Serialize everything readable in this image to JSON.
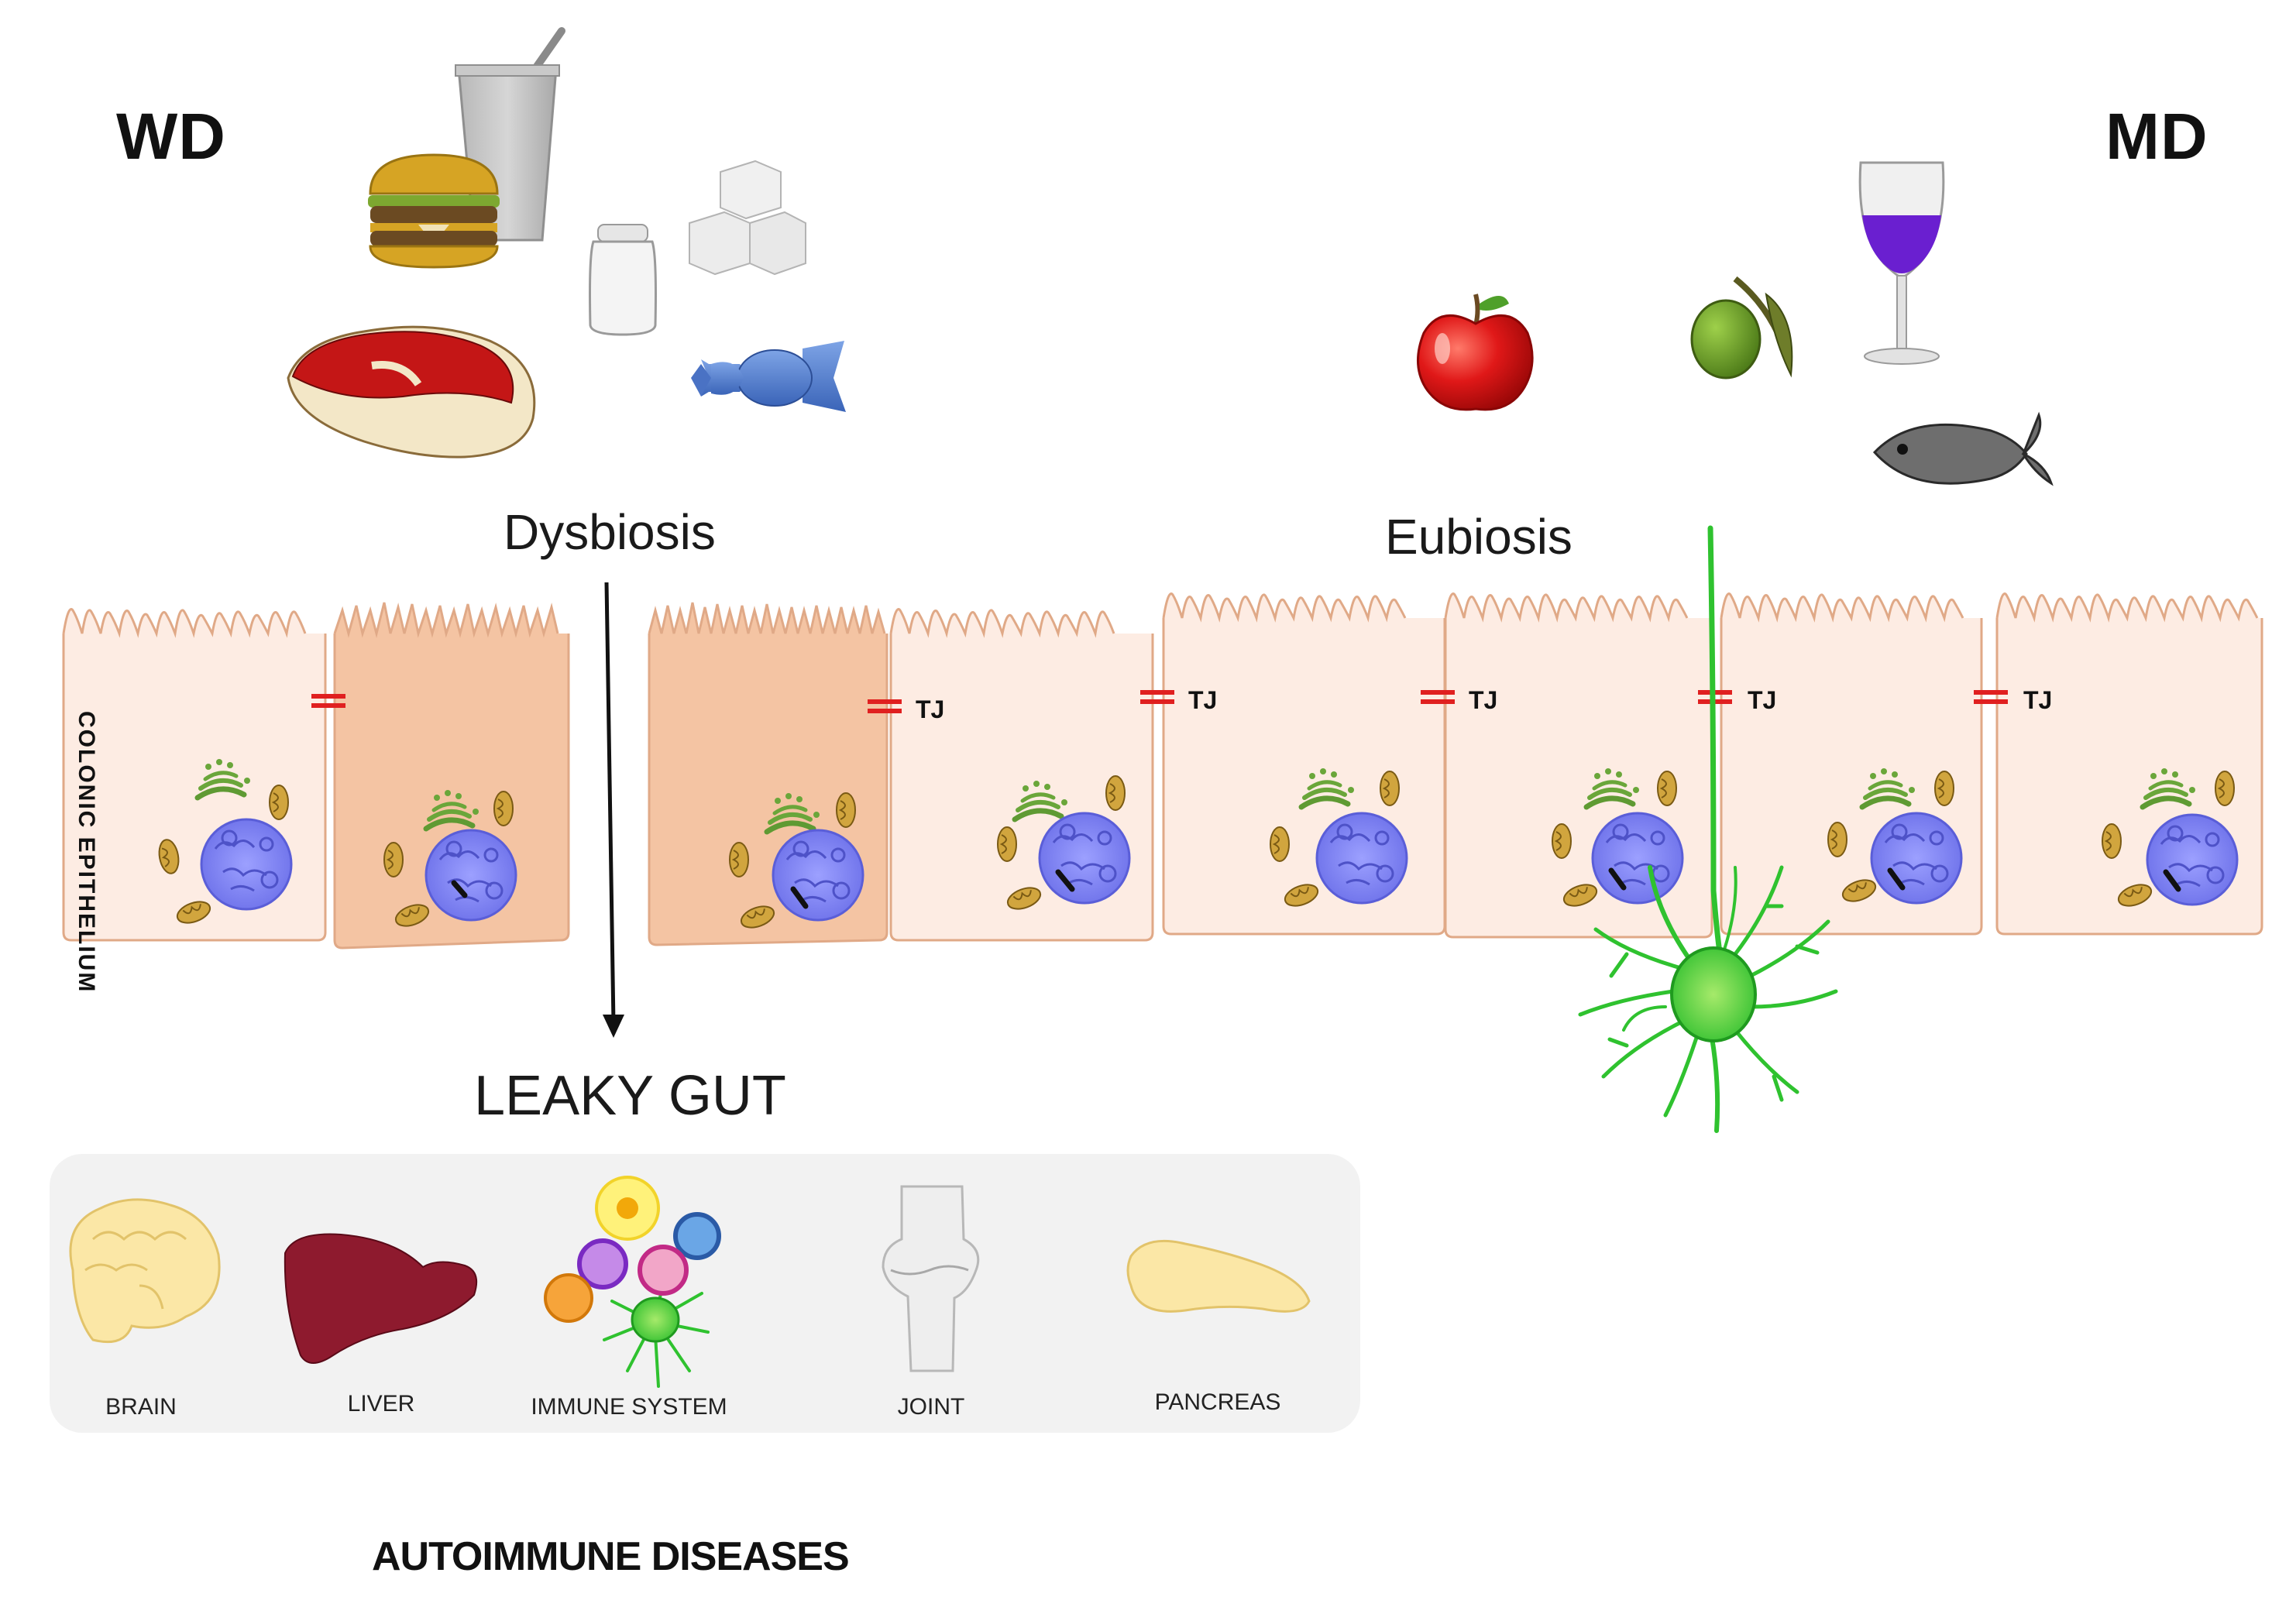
{
  "diets": {
    "western": "WD",
    "mediterranean": "MD"
  },
  "states": {
    "dysbiosis": "Dysbiosis",
    "eubiosis": "Eubiosis"
  },
  "epithelium_label": "COLONIC EPITHELIUM",
  "tight_junction_label": "TJ",
  "leaky_gut_label": "LEAKY GUT",
  "organs": [
    {
      "label": "BRAIN",
      "icon": "brain-icon"
    },
    {
      "label": "LIVER",
      "icon": "liver-icon"
    },
    {
      "label": "IMMUNE SYSTEM",
      "icon": "immune-cells-icon"
    },
    {
      "label": "JOINT",
      "icon": "knee-joint-icon"
    },
    {
      "label": "PANCREAS",
      "icon": "pancreas-icon"
    }
  ],
  "outcome_label": "AUTOIMMUNE DISEASES",
  "western_foods": [
    "burger-icon",
    "soda-cup-icon",
    "salt-shaker-icon",
    "sugar-cubes-icon",
    "red-meat-icon",
    "candy-icon"
  ],
  "mediterranean_foods": [
    "apple-icon",
    "olive-icon",
    "wine-glass-icon",
    "fish-icon"
  ],
  "colors": {
    "healthy_cell": "#fdece3",
    "damaged_cell": "#f4c4a3",
    "cell_border": "#e0a987",
    "nucleus": "#7b7ff0",
    "golgi": "#6aa63a",
    "mitochondria": "#c89a35",
    "tight_junction": "#e02020",
    "dendritic_cell": "#2fc22f",
    "liver": "#8e1a2e",
    "organ_panel": "#f2f2f2"
  }
}
